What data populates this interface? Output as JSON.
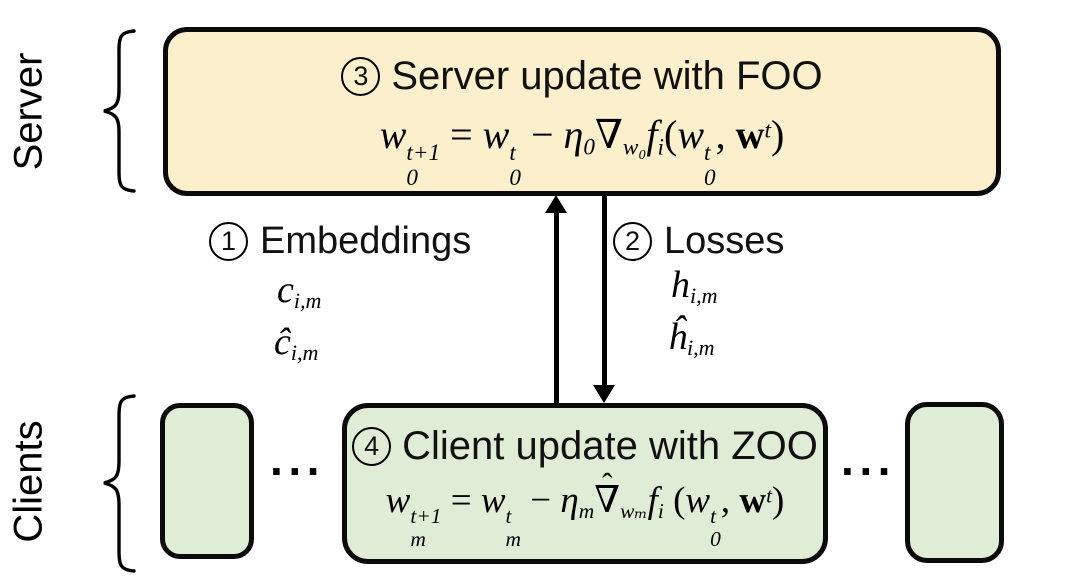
{
  "colors": {
    "server_fill": "#FBF0CB",
    "client_fill": "#E0EDD6",
    "stroke": "#0B0B0B"
  },
  "server": {
    "label": "Server",
    "box": {
      "number": "3",
      "title": "Server update with FOO",
      "formula": [
        {
          "base": "w",
          "sup": "t+1",
          "sub": "0"
        },
        {
          "text": " = ",
          "cls": "up"
        },
        {
          "base": "w",
          "sup": "t",
          "sub": "0"
        },
        {
          "text": " − ",
          "cls": "up"
        },
        {
          "base": "η",
          "sub": "0"
        },
        {
          "base": "∇",
          "sub": "w₀",
          "cls": "up"
        },
        {
          "base": "f",
          "sub": "i"
        },
        {
          "text": "(",
          "cls": "up"
        },
        {
          "base": "w",
          "sup": "t",
          "sub": "0"
        },
        {
          "text": ", ",
          "cls": "up"
        },
        {
          "base": "w",
          "sup": "t",
          "cls": "bold"
        },
        {
          "text": ")",
          "cls": "up"
        }
      ]
    }
  },
  "flows": {
    "embeddings": {
      "number": "1",
      "label": "Embeddings",
      "items": [
        [
          {
            "base": "c",
            "sub": "i,m"
          }
        ],
        [
          {
            "base": "ĉ",
            "sub": "i,m"
          }
        ]
      ]
    },
    "losses": {
      "number": "2",
      "label": "Losses",
      "items": [
        [
          {
            "base": "h",
            "sub": "i,m"
          }
        ],
        [
          {
            "base": "ĥ",
            "sub": "i,m"
          }
        ]
      ]
    }
  },
  "clients": {
    "label": "Clients",
    "ellipsis": "···",
    "box": {
      "number": "4",
      "title": "Client update with ZOO",
      "formula": [
        {
          "base": "w",
          "sup": "t+1",
          "sub": "m"
        },
        {
          "text": " = ",
          "cls": "up"
        },
        {
          "base": "w",
          "sup": "t",
          "sub": "m"
        },
        {
          "text": " − ",
          "cls": "up"
        },
        {
          "base": "η",
          "sub": "m"
        },
        {
          "base": "∇",
          "sub": "wₘ",
          "cls": "up",
          "hat": true
        },
        {
          "base": "f",
          "sub": "i"
        },
        {
          "text": " (",
          "cls": "up"
        },
        {
          "base": "w",
          "sup": "t",
          "sub": "0"
        },
        {
          "text": ", ",
          "cls": "up"
        },
        {
          "base": "w",
          "sup": "t",
          "cls": "bold"
        },
        {
          "text": ")",
          "cls": "up"
        }
      ]
    }
  }
}
